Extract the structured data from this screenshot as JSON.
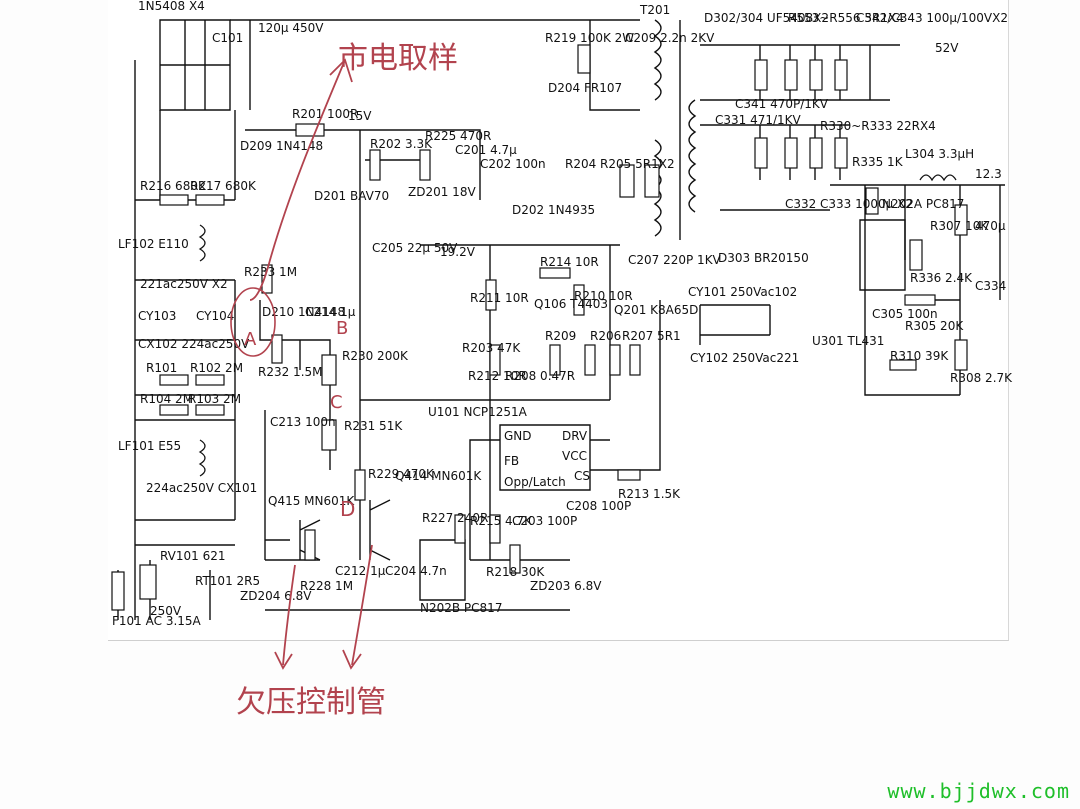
{
  "labels": [
    {
      "id": "t201",
      "text": "T201"
    },
    {
      "id": "in5408",
      "text": "1N5408 X4"
    },
    {
      "id": "c101_val",
      "text": "120μ 450V"
    },
    {
      "id": "c101",
      "text": "C101"
    },
    {
      "id": "r219",
      "text": "R219 100K 2W"
    },
    {
      "id": "c209",
      "text": "C209 2.2n 2KV"
    },
    {
      "id": "d204",
      "text": "D204 FR107"
    },
    {
      "id": "d302",
      "text": "D302/304 UF5408X2"
    },
    {
      "id": "r553",
      "text": "R553~R556 5R1X4"
    },
    {
      "id": "c342",
      "text": "C342/C343 100μ/100VX2"
    },
    {
      "id": "v52",
      "text": "52V"
    },
    {
      "id": "c341",
      "text": "C341 470P/1KV"
    },
    {
      "id": "c331",
      "text": "C331 471/1KV"
    },
    {
      "id": "r330",
      "text": "R330~R333 22RX4"
    },
    {
      "id": "l304",
      "text": "L304 3.3μH"
    },
    {
      "id": "v12",
      "text": "12.3"
    },
    {
      "id": "r335",
      "text": "R335 1K"
    },
    {
      "id": "n202a",
      "text": "N202A PC817"
    },
    {
      "id": "r307",
      "text": "R307 10K"
    },
    {
      "id": "c470",
      "text": "470μ"
    },
    {
      "id": "c332",
      "text": "C332"
    },
    {
      "id": "c333",
      "text": "C333 1000μ X2"
    },
    {
      "id": "d303",
      "text": "D303 BR20150"
    },
    {
      "id": "r336",
      "text": "R336 2.4K"
    },
    {
      "id": "c334",
      "text": "C334"
    },
    {
      "id": "cy101",
      "text": "CY101 250Vac102"
    },
    {
      "id": "cy102",
      "text": "CY102 250Vac221"
    },
    {
      "id": "c305",
      "text": "C305 100n"
    },
    {
      "id": "r305",
      "text": "R305 20K"
    },
    {
      "id": "u301",
      "text": "U301 TL431"
    },
    {
      "id": "r310",
      "text": "R310 39K"
    },
    {
      "id": "r308",
      "text": "R308 2.7K"
    },
    {
      "id": "d209",
      "text": "D209 1N4148"
    },
    {
      "id": "r201",
      "text": "R201 100R"
    },
    {
      "id": "v15",
      "text": "15V"
    },
    {
      "id": "r202",
      "text": "R202 3.3K"
    },
    {
      "id": "r225",
      "text": "R225 470R"
    },
    {
      "id": "c201",
      "text": "C201 4.7μ"
    },
    {
      "id": "c202",
      "text": "C202 100n"
    },
    {
      "id": "zd201",
      "text": "ZD201 18V"
    },
    {
      "id": "d201",
      "text": "D201 BAV70"
    },
    {
      "id": "r204",
      "text": "R204 R205 5R1X2"
    },
    {
      "id": "d202",
      "text": "D202 1N4935"
    },
    {
      "id": "c205",
      "text": "C205 22μ 50V"
    },
    {
      "id": "v192",
      "text": "19.2V"
    },
    {
      "id": "c207",
      "text": "C207 220P 1KV"
    },
    {
      "id": "r214",
      "text": "R214 10R"
    },
    {
      "id": "r211",
      "text": "R211 10R"
    },
    {
      "id": "q106",
      "text": "Q106 T4403"
    },
    {
      "id": "r210",
      "text": "R210 10R"
    },
    {
      "id": "q201",
      "text": "Q201 K8A65D"
    },
    {
      "id": "r216",
      "text": "R216 680K"
    },
    {
      "id": "r217",
      "text": "R217 680K"
    },
    {
      "id": "lf102",
      "text": "LF102 E110"
    },
    {
      "id": "r233",
      "text": "R233 1M"
    },
    {
      "id": "cx221",
      "text": "221ac250V X2"
    },
    {
      "id": "d210",
      "text": "D210 1N4148"
    },
    {
      "id": "c214",
      "text": "C214 1μ"
    },
    {
      "id": "cy103",
      "text": "CY103"
    },
    {
      "id": "cy104",
      "text": "CY104"
    },
    {
      "id": "cx102",
      "text": "CX102 224ac250V"
    },
    {
      "id": "r232",
      "text": "R232 1.5M"
    },
    {
      "id": "r230",
      "text": "R230 200K"
    },
    {
      "id": "r101",
      "text": "R101"
    },
    {
      "id": "r102",
      "text": "R102 2M"
    },
    {
      "id": "r104",
      "text": "R104 2M"
    },
    {
      "id": "r103",
      "text": "R103 2M"
    },
    {
      "id": "r203",
      "text": "R203 47K"
    },
    {
      "id": "r212",
      "text": "R212 10R"
    },
    {
      "id": "r208",
      "text": "R208 0.47R"
    },
    {
      "id": "r209",
      "text": "R209"
    },
    {
      "id": "r206",
      "text": "R206"
    },
    {
      "id": "r207",
      "text": "R207 5R1"
    },
    {
      "id": "u101",
      "text": "U101 NCP1251A"
    },
    {
      "id": "gnd",
      "text": "GND"
    },
    {
      "id": "drv",
      "text": "DRV"
    },
    {
      "id": "fb",
      "text": "FB"
    },
    {
      "id": "vcc",
      "text": "VCC"
    },
    {
      "id": "opp",
      "text": "Opp/Latch"
    },
    {
      "id": "cs",
      "text": "CS"
    },
    {
      "id": "c213",
      "text": "C213 100n"
    },
    {
      "id": "r231",
      "text": "R231 51K"
    },
    {
      "id": "lf101",
      "text": "LF101 E55"
    },
    {
      "id": "r229",
      "text": "R229 470K"
    },
    {
      "id": "q414",
      "text": "Q414 MN601K"
    },
    {
      "id": "c208",
      "text": "C208 100P"
    },
    {
      "id": "r213",
      "text": "R213 1.5K"
    },
    {
      "id": "cx101",
      "text": "224ac250V CX101"
    },
    {
      "id": "q415",
      "text": "Q415 MN601K"
    },
    {
      "id": "r227",
      "text": "R227 240R"
    },
    {
      "id": "r215",
      "text": "R215 4.7K"
    },
    {
      "id": "r218",
      "text": "R218 30K"
    },
    {
      "id": "c203",
      "text": "C203 100P"
    },
    {
      "id": "zd203",
      "text": "ZD203 6.8V"
    },
    {
      "id": "rv101",
      "text": "RV101 621"
    },
    {
      "id": "zd204",
      "text": "ZD204 6.8V"
    },
    {
      "id": "r228",
      "text": "R228 1M"
    },
    {
      "id": "c212",
      "text": "C212 1μ"
    },
    {
      "id": "c204",
      "text": "C204 4.7n"
    },
    {
      "id": "n202b",
      "text": "N202B PC817"
    },
    {
      "id": "rt101",
      "text": "RT101 2R5"
    },
    {
      "id": "f101",
      "text": "F101 AC 3.15A"
    },
    {
      "id": "v250",
      "text": "250V"
    }
  ],
  "annotations": {
    "mains_sampling": "市电取样",
    "undervoltage": "欠压控制管",
    "mark_a": "A",
    "mark_b": "B",
    "mark_c": "C",
    "mark_d": "D"
  },
  "watermark": "www.bjjdwx.com",
  "colors": {
    "ink": "#111111",
    "annotation": "#b2434e",
    "watermark": "#1fbf2a"
  }
}
